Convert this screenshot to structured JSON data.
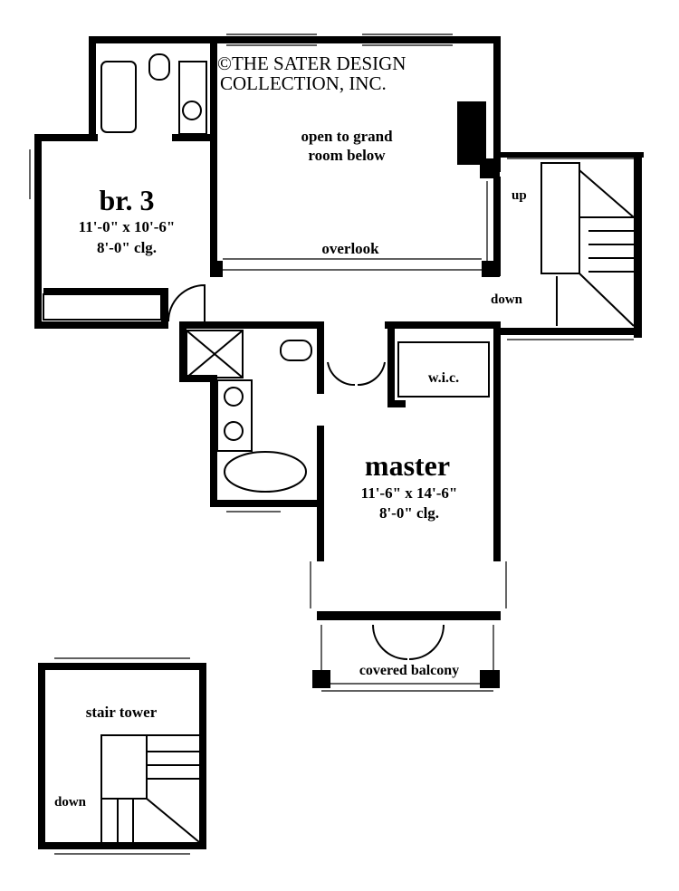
{
  "copyright": {
    "line1": "©THE SATER DESIGN",
    "line2": "COLLECTION, INC."
  },
  "rooms": {
    "open_to_grand": {
      "line1": "open to grand",
      "line2": "room below"
    },
    "overlook": "overlook",
    "br3": {
      "name": "br. 3",
      "size": "11'-0\" x 10'-6\"",
      "ceiling": "8'-0\" clg."
    },
    "wic": "w.i.c.",
    "master": {
      "name": "master",
      "size": "11'-6\" x 14'-6\"",
      "ceiling": "8'-0\" clg."
    },
    "covered_balcony": "covered balcony",
    "stair_tower": "stair tower"
  },
  "stairs": {
    "up": "up",
    "down": "down",
    "tower_down": "down"
  }
}
